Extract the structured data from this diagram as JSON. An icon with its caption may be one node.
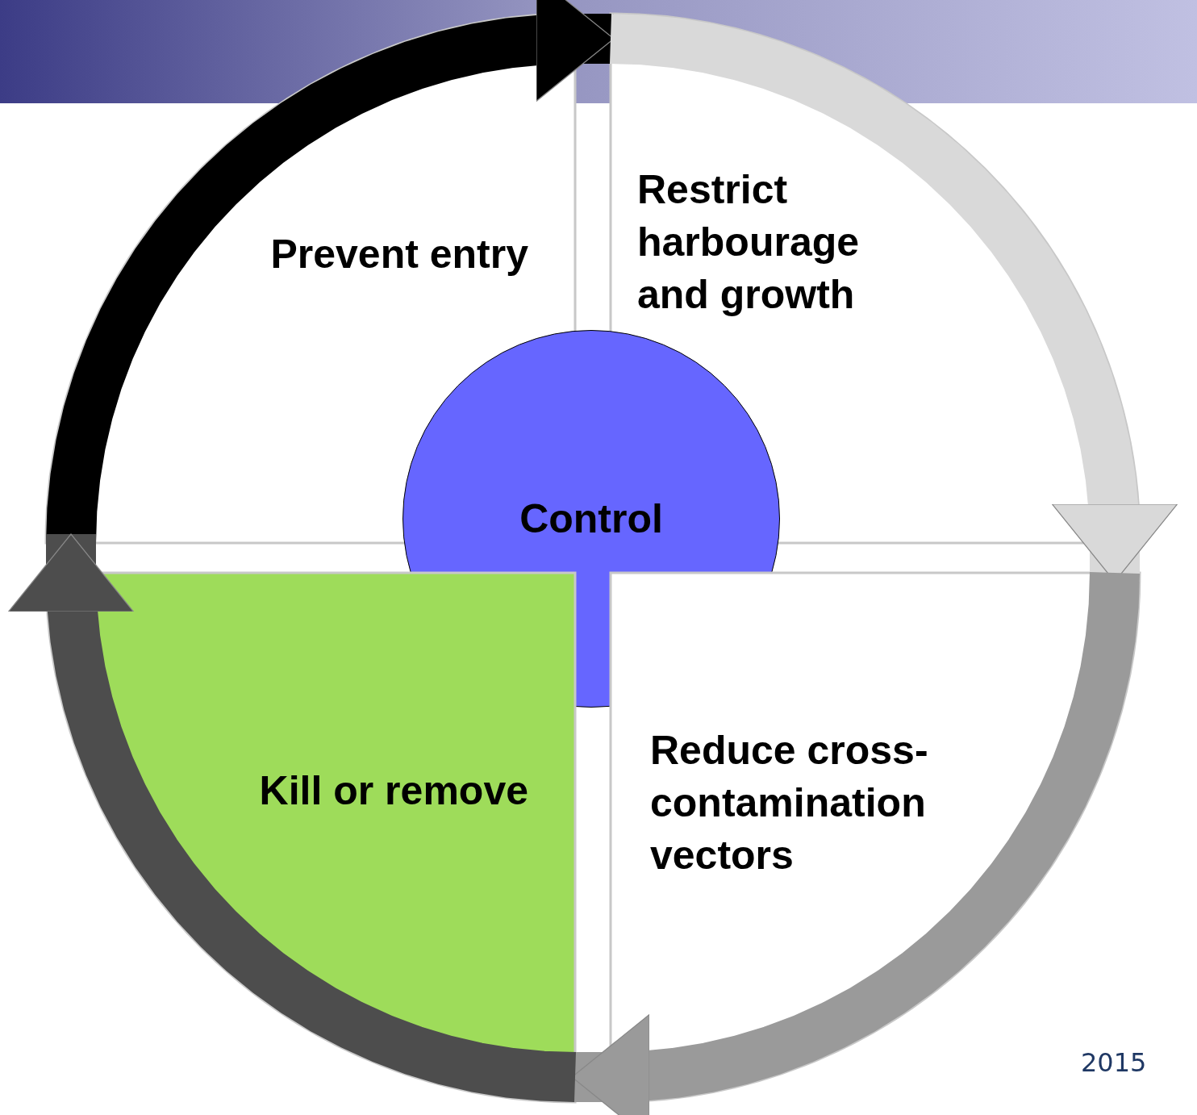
{
  "diagram": {
    "nodes": [
      {
        "text": [
          "Prevent entry"
        ]
      },
      {
        "text": [
          "Restrict harbourage and growth"
        ]
      },
      {
        "text": [
          "Control"
        ]
      },
      {
        "text": [
          "Kill or remove"
        ]
      },
      {
        "text": [
          "Reduce cross-contamination vectors"
        ]
      }
    ],
    "edges": [
      {
        "from": 0,
        "to": 1,
        "arrow": "to",
        "color": "#000000"
      },
      {
        "from": 1,
        "to": 4,
        "arrow": "to",
        "color": "#d9d9d9"
      },
      {
        "from": 4,
        "to": 3,
        "arrow": "to",
        "color": "#9a9a9a"
      },
      {
        "from": 3,
        "to": 0,
        "arrow": "to",
        "color": "#4d4d4d"
      }
    ],
    "labels": [
      "2015"
    ]
  }
}
